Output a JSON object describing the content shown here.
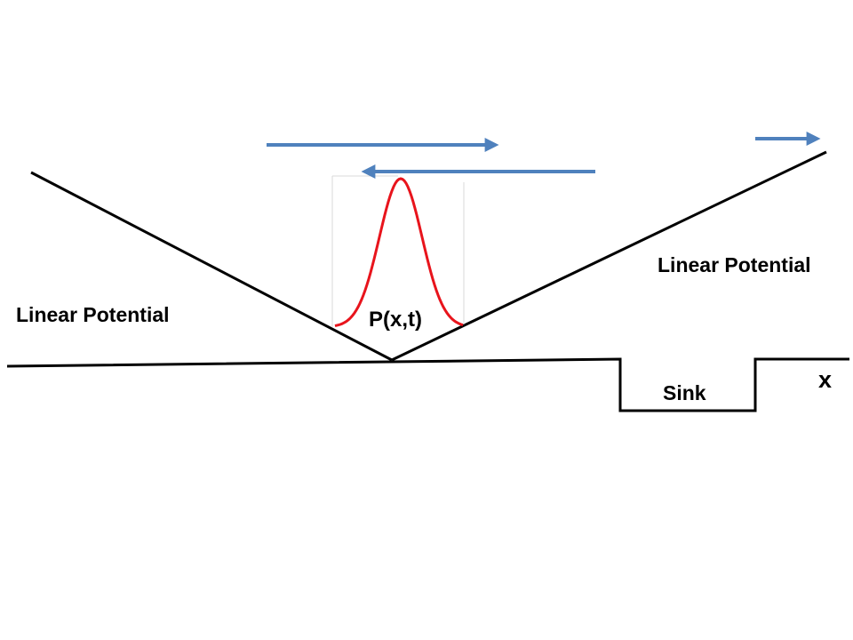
{
  "labels": {
    "left_potential": "Linear Potential",
    "right_potential": "Linear Potential",
    "distribution": "P(x,t)",
    "sink": "Sink",
    "axis": "x"
  },
  "colors": {
    "lines": "#000000",
    "distribution_curve": "#e8141c",
    "arrows": "#4f81bd",
    "frame": "#d9d9d9"
  },
  "icons": {
    "arrow_right": "arrow-right-icon",
    "arrow_left": "arrow-left-icon"
  }
}
